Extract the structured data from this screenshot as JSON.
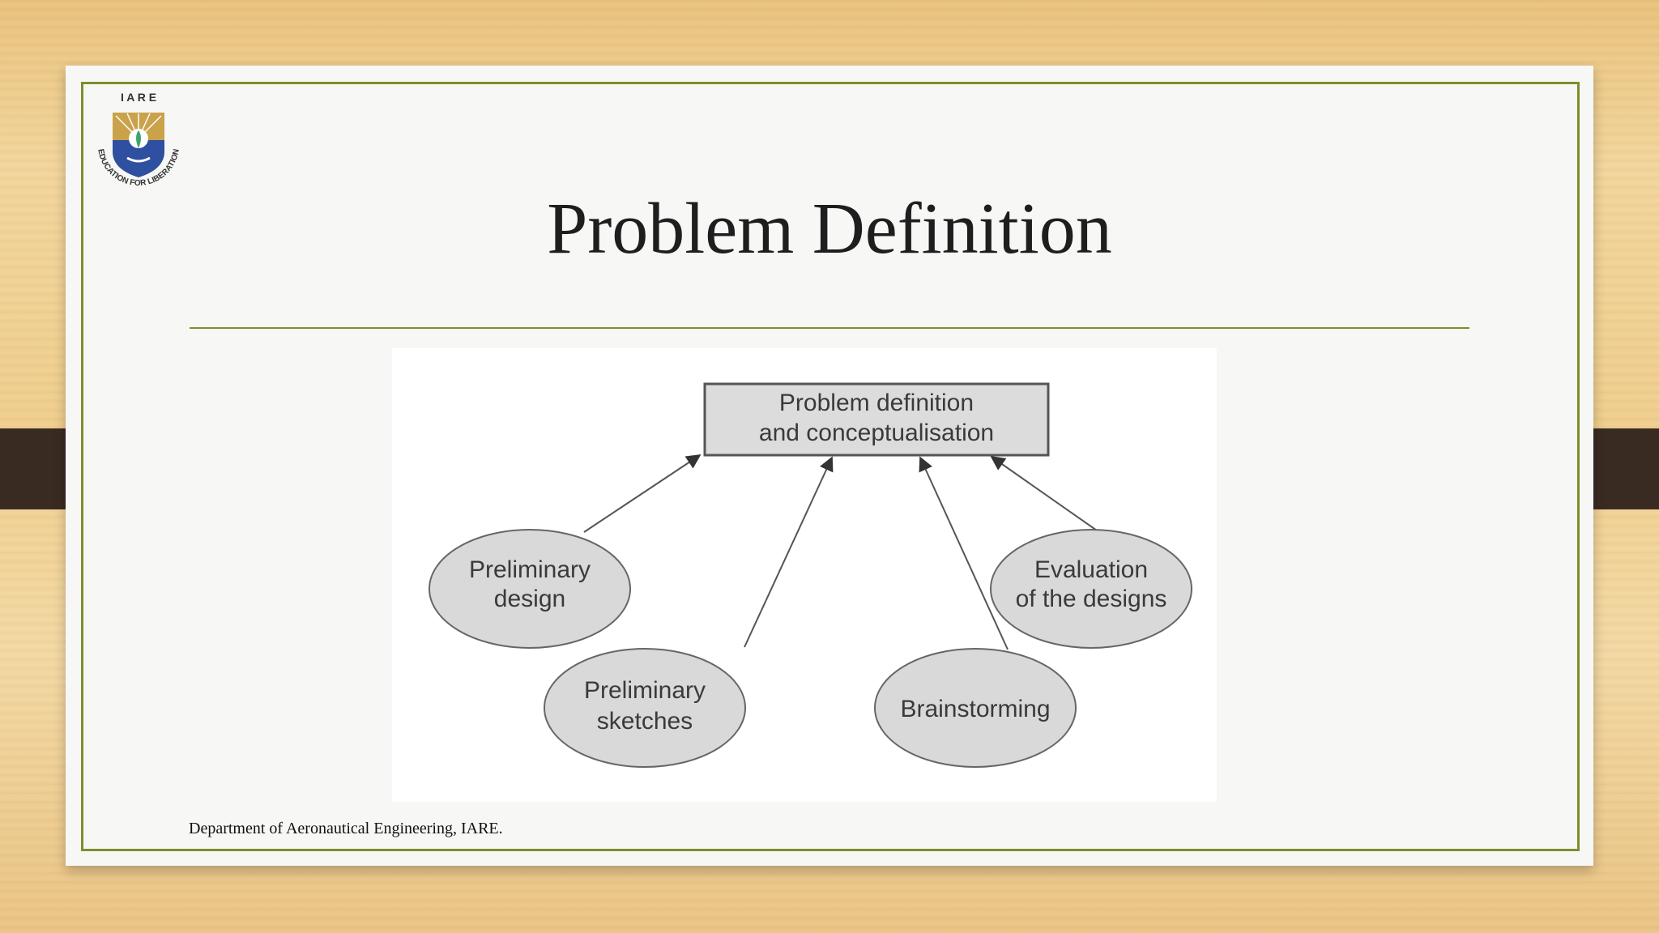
{
  "slide": {
    "title": "Problem Definition",
    "footer": "Department of Aeronautical Engineering, IARE."
  },
  "logo": {
    "letters": "I A R E",
    "motto": "EDUCATION FOR LIBERATION"
  },
  "diagram": {
    "center": {
      "line1": "Problem definition",
      "line2": "and conceptualisation"
    },
    "nodes": [
      {
        "line1": "Preliminary",
        "line2": "design"
      },
      {
        "line1": "Preliminary",
        "line2": "sketches"
      },
      {
        "line1": "Brainstorming",
        "line2": ""
      },
      {
        "line1": "Evaluation",
        "line2": "of the designs"
      }
    ]
  },
  "colors": {
    "frame": "#7a8f2e",
    "node_fill": "#d9d9d9",
    "box_fill": "#dcdcdc",
    "tab": "#3a2b22"
  }
}
